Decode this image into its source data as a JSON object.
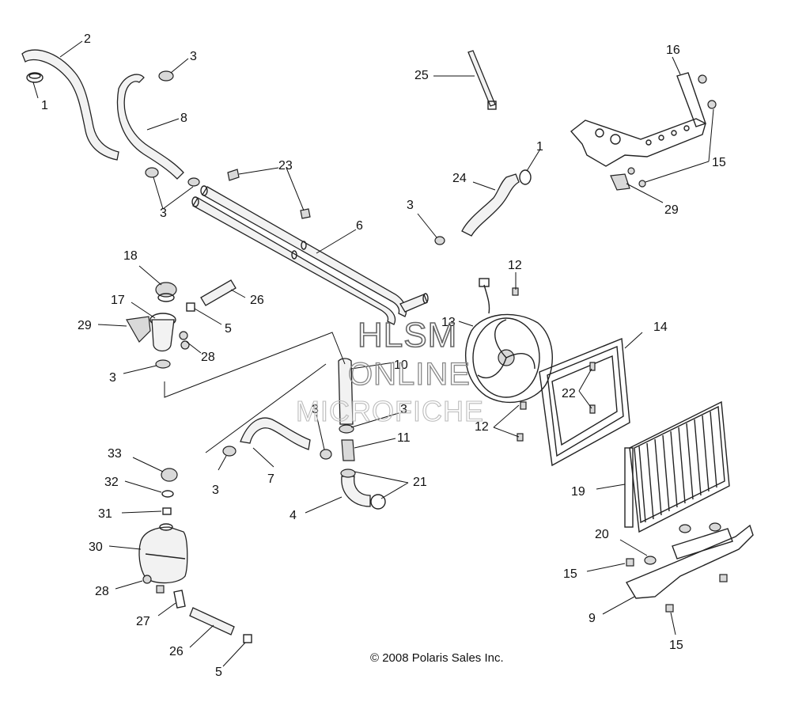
{
  "watermark": {
    "line1": "HLSM",
    "line2": "ONLINE",
    "line3": "MICROFICHE"
  },
  "copyright": "© 2008 Polaris Sales Inc.",
  "callouts": [
    {
      "id": "c2",
      "label": "2"
    },
    {
      "id": "c1a",
      "label": "1"
    },
    {
      "id": "c3a",
      "label": "3"
    },
    {
      "id": "c8",
      "label": "8"
    },
    {
      "id": "c3b",
      "label": "3"
    },
    {
      "id": "c23",
      "label": "23"
    },
    {
      "id": "c25",
      "label": "25"
    },
    {
      "id": "c1b",
      "label": "1"
    },
    {
      "id": "c24",
      "label": "24"
    },
    {
      "id": "c3c",
      "label": "3"
    },
    {
      "id": "c16",
      "label": "16"
    },
    {
      "id": "c15a",
      "label": "15"
    },
    {
      "id": "c29a",
      "label": "29"
    },
    {
      "id": "c6",
      "label": "6"
    },
    {
      "id": "c18",
      "label": "18"
    },
    {
      "id": "c26a",
      "label": "26"
    },
    {
      "id": "c17",
      "label": "17"
    },
    {
      "id": "c29b",
      "label": "29"
    },
    {
      "id": "c5a",
      "label": "5"
    },
    {
      "id": "c28a",
      "label": "28"
    },
    {
      "id": "c3d",
      "label": "3"
    },
    {
      "id": "c12a",
      "label": "12"
    },
    {
      "id": "c13",
      "label": "13"
    },
    {
      "id": "c14",
      "label": "14"
    },
    {
      "id": "c10",
      "label": "10"
    },
    {
      "id": "c22",
      "label": "22"
    },
    {
      "id": "c3e",
      "label": "3"
    },
    {
      "id": "c3f",
      "label": "3"
    },
    {
      "id": "c12b",
      "label": "12"
    },
    {
      "id": "c11",
      "label": "11"
    },
    {
      "id": "c33",
      "label": "33"
    },
    {
      "id": "c3g",
      "label": "3"
    },
    {
      "id": "c7",
      "label": "7"
    },
    {
      "id": "c21",
      "label": "21"
    },
    {
      "id": "c19",
      "label": "19"
    },
    {
      "id": "c32",
      "label": "32"
    },
    {
      "id": "c31",
      "label": "31"
    },
    {
      "id": "c4",
      "label": "4"
    },
    {
      "id": "c20",
      "label": "20"
    },
    {
      "id": "c30",
      "label": "30"
    },
    {
      "id": "c15b",
      "label": "15"
    },
    {
      "id": "c28b",
      "label": "28"
    },
    {
      "id": "c9",
      "label": "9"
    },
    {
      "id": "c27",
      "label": "27"
    },
    {
      "id": "c15c",
      "label": "15"
    },
    {
      "id": "c26b",
      "label": "26"
    },
    {
      "id": "c5b",
      "label": "5"
    }
  ]
}
